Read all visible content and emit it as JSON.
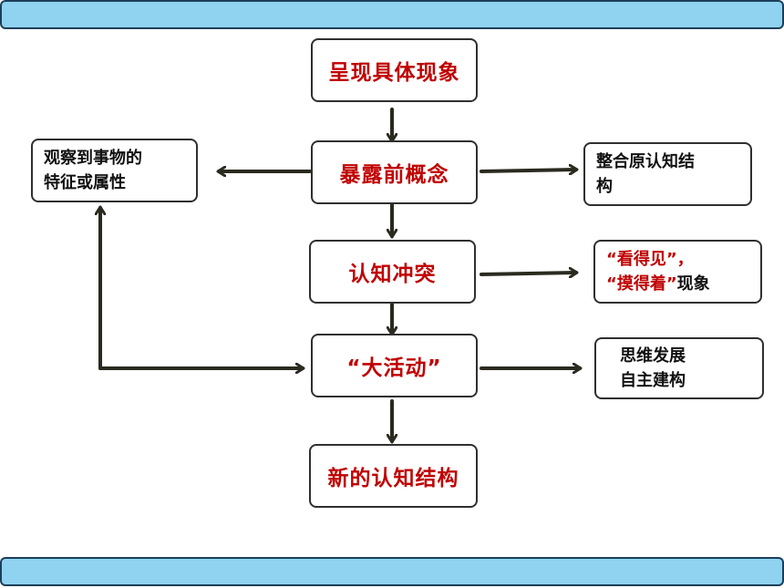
{
  "diagram": {
    "main": {
      "step1": "呈现具体现象",
      "step2": "暴露前概念",
      "step3": "认知冲突",
      "step4": "“大活动”",
      "step5": "新的认知结构"
    },
    "left": {
      "line1": "观察到事物的",
      "line2": "特征或属性"
    },
    "right1": {
      "line1": "整合原认知结",
      "line2": "构"
    },
    "right2": {
      "line1": "“看得见”，",
      "line2": "“摸得着”现象"
    },
    "right3": {
      "line1": "思维发展",
      "line2": "自主建构"
    }
  },
  "colors": {
    "band": "#8fd3f0",
    "accent_text": "#c00000",
    "arrow": "#2b2a1f"
  }
}
